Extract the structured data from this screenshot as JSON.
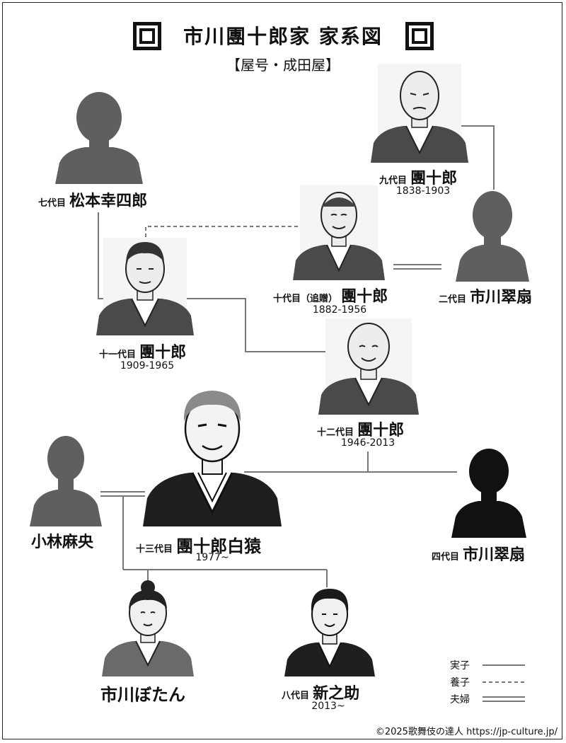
{
  "title": "市川團十郎家 家系図",
  "subtitle": "【屋号・成田屋】",
  "people": {
    "p7": {
      "gen": "七代目",
      "name": "松本幸四郎",
      "years": ""
    },
    "p9": {
      "gen": "九代目",
      "name": "團十郎",
      "years": "1838-1903"
    },
    "p10": {
      "gen": "十代目（追贈）",
      "name": "團十郎",
      "years": "1882-1956"
    },
    "sui2": {
      "gen": "二代目",
      "name": "市川翠扇",
      "years": ""
    },
    "p11": {
      "gen": "十一代目",
      "name": "團十郎",
      "years": "1909-1965"
    },
    "p12": {
      "gen": "十二代目",
      "name": "團十郎",
      "years": "1946-2013"
    },
    "p13": {
      "gen": "十三代目",
      "name": "團十郎白猿",
      "years": "1977~"
    },
    "kobayashi": {
      "gen": "",
      "name": "小林麻央",
      "years": ""
    },
    "sui4": {
      "gen": "四代目",
      "name": "市川翠扇",
      "years": ""
    },
    "botan": {
      "gen": "",
      "name": "市川ぼたん",
      "years": ""
    },
    "shinnosuke": {
      "gen": "八代目",
      "name": "新之助",
      "years": "2013~"
    }
  },
  "legend": {
    "real_child": "実子",
    "adopted_child": "養子",
    "couple": "夫婦"
  },
  "copyright": "©2025歌舞伎の達人 https://jp-culture.jp/",
  "colors": {
    "silhouette": "#5f5f5f",
    "silhouette_dark": "#111111",
    "line": "#777777",
    "kimono": "#4a4a4a"
  }
}
